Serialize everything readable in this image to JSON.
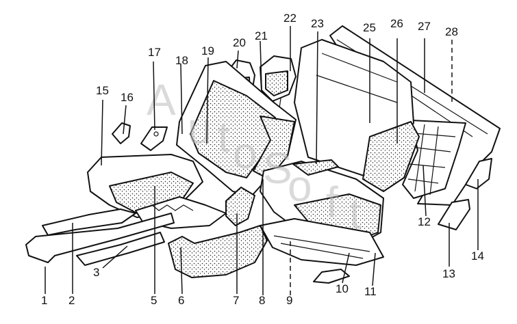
{
  "watermark": {
    "letters": [
      "A",
      "u",
      "t",
      "o",
      "S",
      "o",
      "f",
      "t"
    ]
  },
  "labels": [
    "1",
    "2",
    "3",
    "5",
    "6",
    "7",
    "8",
    "9",
    "10",
    "11",
    "12",
    "13",
    "14",
    "15",
    "16",
    "17",
    "18",
    "19",
    "20",
    "21",
    "22",
    "23",
    "25",
    "26",
    "27",
    "28"
  ],
  "colors": {
    "ink": "#111111",
    "paper": "#ffffff",
    "watermark": "#bdbdbd"
  }
}
